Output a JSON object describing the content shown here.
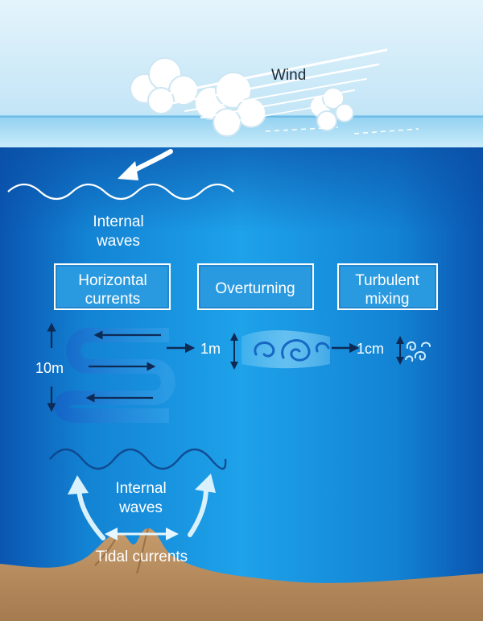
{
  "sky": {
    "wind_label": "Wind"
  },
  "upper_waves": {
    "label_line1": "Internal",
    "label_line2": "waves"
  },
  "boxes": {
    "horizontal": {
      "line1": "Horizontal",
      "line2": "currents"
    },
    "overturning": {
      "line1": "Overturning"
    },
    "turbulent": {
      "line1": "Turbulent",
      "line2": "mixing"
    }
  },
  "scales": {
    "horizontal": "10m",
    "overturning": "1m",
    "turbulent": "1cm"
  },
  "lower_waves": {
    "label_line1": "Internal",
    "label_line2": "waves"
  },
  "seabed": {
    "tidal_label": "Tidal currents"
  },
  "colors": {
    "sky_light": "#e3f3fb",
    "sky_mid": "#bfe3f5",
    "ocean_edge": "#0a4fa8",
    "ocean_center": "#1ea0e8",
    "seabed": "#b98f62",
    "label": "#ffffff",
    "box_fill": "#2a9ae0"
  }
}
